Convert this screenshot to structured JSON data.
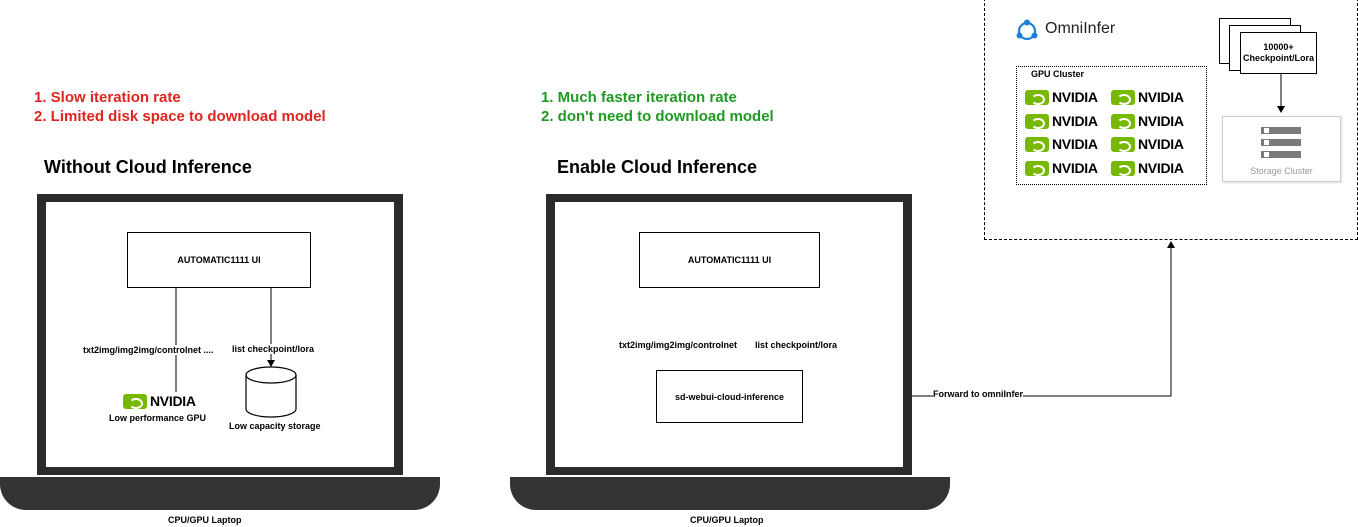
{
  "left": {
    "issues": [
      "1. Slow iteration rate",
      "2. Limited disk space to download model"
    ],
    "title": "Without Cloud Inference",
    "ui_box": "AUTOMATIC1111 UI",
    "edge_left": "txt2img/img2img/controlnet ....",
    "edge_right": "list checkpoint/lora",
    "gpu_brand": "NVIDIA",
    "gpu_label": "Low performance GPU",
    "storage_label": "Low capacity storage",
    "laptop_label": "CPU/GPU Laptop"
  },
  "middle": {
    "benefits": [
      "1. Much faster iteration rate",
      "2. don't need to download model"
    ],
    "title": "Enable Cloud Inference",
    "ui_box": "AUTOMATIC1111 UI",
    "edge_left": "txt2img/img2img/controlnet",
    "edge_right": "list checkpoint/lora",
    "extension_box": "sd-webui-cloud-inference",
    "forward_label": "Forward to omniInfer",
    "laptop_label": "CPU/GPU Laptop"
  },
  "cloud": {
    "brand": "OmniInfer",
    "gpu_cluster_label": "GPU Cluster",
    "gpu_brand": "NVIDIA",
    "checkpoint_label_1": "10000+",
    "checkpoint_label_2": "Checkpoint/Lora",
    "storage_label": "Storage Cluster"
  },
  "colors": {
    "issue": "#e0241f",
    "benefit": "#1f9a22",
    "nvidia_green": "#76b900"
  }
}
